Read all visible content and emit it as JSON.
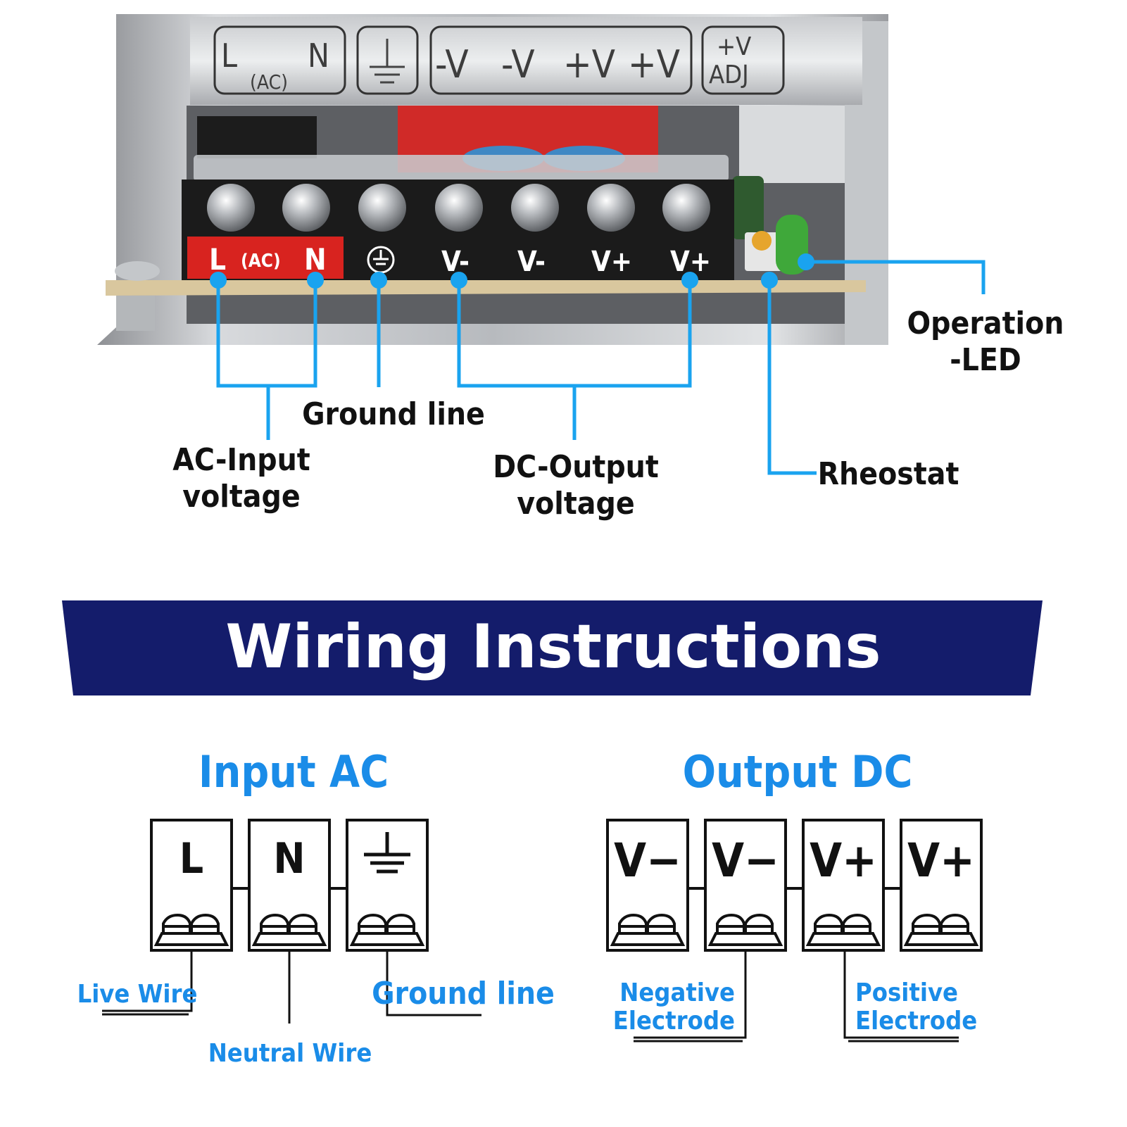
{
  "colors": {
    "accent_blue": "#1aa3ef",
    "label_blue": "#1a8ce8",
    "banner_navy": "#141c6b",
    "terminal_red": "#d8231f",
    "label_black": "#111111"
  },
  "photo": {
    "top_plate_labels": {
      "ac_left": "L",
      "ac_mid": "(AC)",
      "ac_right": "N",
      "dc_neg_1": "-V",
      "dc_neg_2": "-V",
      "dc_pos_1": "+V",
      "dc_pos_2": "+V",
      "adj_top": "+V",
      "adj_bottom": "ADJ"
    },
    "terminal_labels": {
      "l": "L",
      "ac": "(AC)",
      "n": "N",
      "v_neg_1": "V-",
      "v_neg_2": "V-",
      "v_pos_1": "V+",
      "v_pos_2": "V+"
    }
  },
  "callouts": {
    "ac_input": {
      "line1": "AC-Input",
      "line2": "voltage"
    },
    "ground_line": "Ground line",
    "dc_output": {
      "line1": "DC-Output",
      "line2": "voltage"
    },
    "rheostat": "Rheostat",
    "operation_led": {
      "line1": "Operation",
      "line2": "-LED"
    }
  },
  "banner": {
    "title": "Wiring Instructions"
  },
  "input_ac": {
    "heading": "Input AC",
    "terminals": [
      "L",
      "N",
      "ground"
    ],
    "wire_labels": {
      "live": "Live Wire",
      "neutral": "Neutral Wire",
      "ground": "Ground line"
    }
  },
  "output_dc": {
    "heading": "Output DC",
    "terminals": [
      "V−",
      "V−",
      "V+",
      "V+"
    ],
    "wire_labels": {
      "negative": {
        "line1": "Negative",
        "line2": "Electrode"
      },
      "positive": {
        "line1": "Positive",
        "line2": "Electrode"
      }
    }
  }
}
